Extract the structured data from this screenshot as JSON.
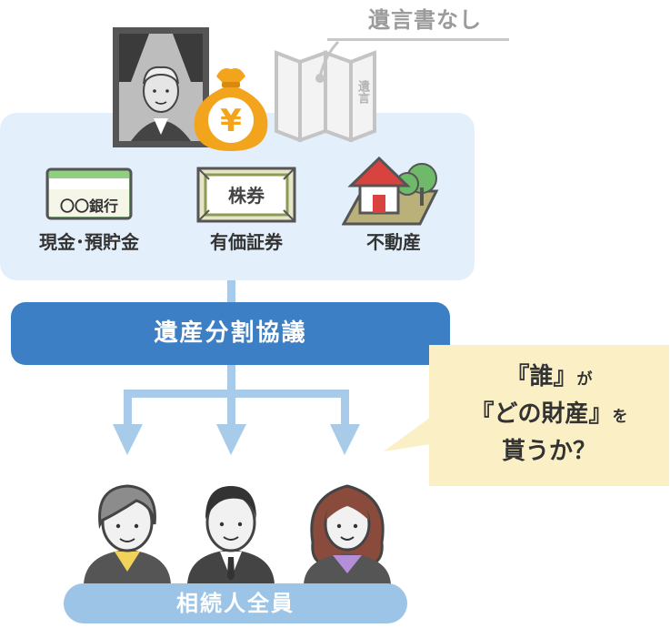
{
  "header": {
    "no_will_label": "遺言書なし"
  },
  "will_document": {
    "text": "遺言"
  },
  "money_bag": {
    "symbol": "¥"
  },
  "assets": [
    {
      "label": "現金･預貯金",
      "icon": "bankbook-icon",
      "icon_text": "〇〇銀行"
    },
    {
      "label": "有価証券",
      "icon": "stock-certificate-icon",
      "icon_text": "株券"
    },
    {
      "label": "不動産",
      "icon": "house-icon"
    }
  ],
  "division": {
    "label": "遺産分割協議"
  },
  "bubble": {
    "line1": "『誰』",
    "line1_tail": "が",
    "line2": "『どの財産』",
    "line2_tail": "を",
    "line3": "貰うか？"
  },
  "heirs": {
    "label": "相続人全員"
  },
  "colors": {
    "panel": "#e3f0fb",
    "bar": "#3d7fc4",
    "arrow": "#a9cbea",
    "bubble": "#fbf0c5",
    "money": "#f2a41c",
    "bank_green": "#8fcf7f"
  }
}
